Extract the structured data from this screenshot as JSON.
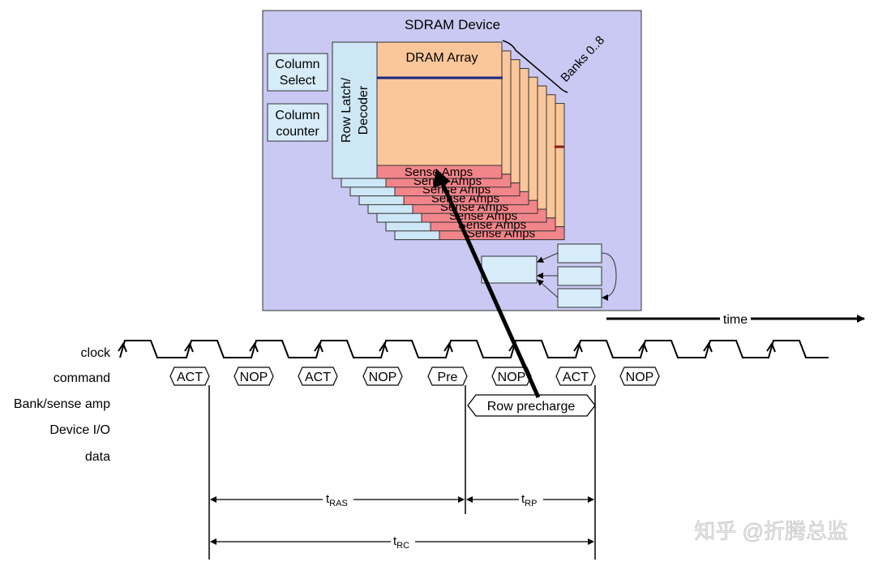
{
  "device": {
    "title": "SDRAM Device",
    "column_select": [
      "Column",
      "Select"
    ],
    "column_counter": [
      "Column",
      "counter"
    ],
    "row_decoder": [
      "Row Latch/",
      "Decoder"
    ],
    "array_label": "DRAM Array",
    "banks_label": "Banks 0..8",
    "sense_amps_label": "Sense Amps",
    "bank_count": 8
  },
  "timeline": {
    "time_label": "time",
    "signal_labels": [
      "clock",
      "command",
      "Bank/sense amp",
      "Device I/O",
      "data"
    ],
    "commands": [
      "ACT",
      "NOP",
      "ACT",
      "NOP",
      "Pre",
      "NOP",
      "ACT",
      "NOP"
    ],
    "bank_state": "Row precharge",
    "intervals": [
      {
        "main": "t",
        "sub": "RAS"
      },
      {
        "main": "t",
        "sub": "RP"
      },
      {
        "main": "t",
        "sub": "RC"
      }
    ]
  },
  "watermark": "知乎 @折腾总监",
  "colors": {
    "device_bg": "#c9c9f3",
    "array_fill": "#fbc79a",
    "sense_fill": "#f2858a",
    "decoder_fill": "#cde7f6",
    "box_fill": "#d6ecf8",
    "wordline": "#1a237e"
  }
}
